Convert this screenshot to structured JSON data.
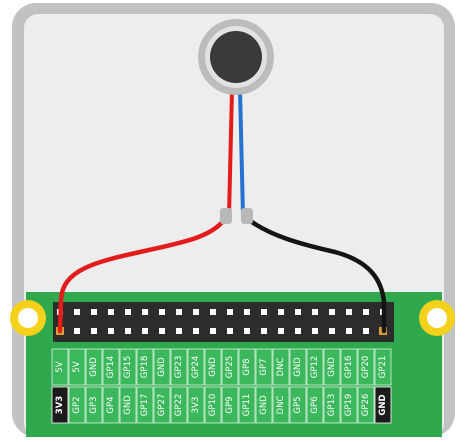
{
  "labels": {
    "top_row": [
      "5V",
      "5V",
      "GND",
      "GP14",
      "GP15",
      "GP18",
      "GND",
      "GP23",
      "GP24",
      "GND",
      "GP25",
      "GP8",
      "GP7",
      "DNC",
      "GND",
      "GP12",
      "GND",
      "GP16",
      "GP20",
      "GP21"
    ],
    "bottom_row": [
      "3V3",
      "GP2",
      "GP3",
      "GP4",
      "GND",
      "GP17",
      "GP27",
      "GP22",
      "3V3",
      "GP10",
      "GP9",
      "GP11",
      "GND",
      "DNC",
      "GP5",
      "GP6",
      "GP13",
      "GP19",
      "GP26",
      "GND"
    ],
    "highlighted": [
      "3V3",
      "GND"
    ]
  },
  "wiring": {
    "red_wire_pin": "3V3",
    "black_wire_pin": "GND"
  },
  "colors": {
    "board_frame": "#c0c2c4",
    "board_panel": "#ededed",
    "pcb": "#2fa84e",
    "header": "#2c2c2c",
    "label_cell": "#3cb85c",
    "highlight_cell": "#1b1b1b",
    "mount_hole": "#f4d11a",
    "red_wire": "#e21b1b",
    "black_wire": "#141414",
    "blue_lead": "#2472d2",
    "motor": "#3a3a3a"
  },
  "icons": {
    "component": "vibration-motor-icon"
  }
}
